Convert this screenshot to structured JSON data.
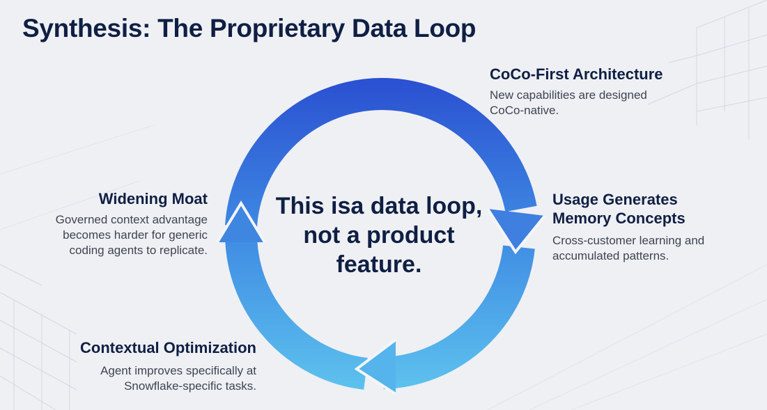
{
  "title": "Synthesis: The Proprietary Data Loop",
  "center": {
    "lines": [
      "This isa data loop,",
      "not a product",
      "feature."
    ]
  },
  "nodes": {
    "architecture": {
      "heading": [
        "CoCo-First Architecture"
      ],
      "desc": [
        "New capabilities are designed",
        "CoCo-native."
      ]
    },
    "usage": {
      "heading": [
        "Usage Generates",
        "Memory Concepts"
      ],
      "desc": [
        "Cross-customer learning and",
        "accumulated patterns."
      ]
    },
    "moat": {
      "heading": [
        "Widening Moat"
      ],
      "desc": [
        "Governed context advantage",
        "becomes harder for generic",
        "coding agents to replicate."
      ]
    },
    "optimization": {
      "heading": [
        "Contextual Optimization"
      ],
      "desc": [
        "Agent improves specifically at",
        "Snowflake-specific tasks."
      ]
    }
  },
  "colors": {
    "loop_top": "#2a4fd1",
    "loop_bottom": "#5ec3ee",
    "text_dark": "#0f1f44",
    "text_muted": "#3d4454",
    "background": "#eff0f3"
  }
}
